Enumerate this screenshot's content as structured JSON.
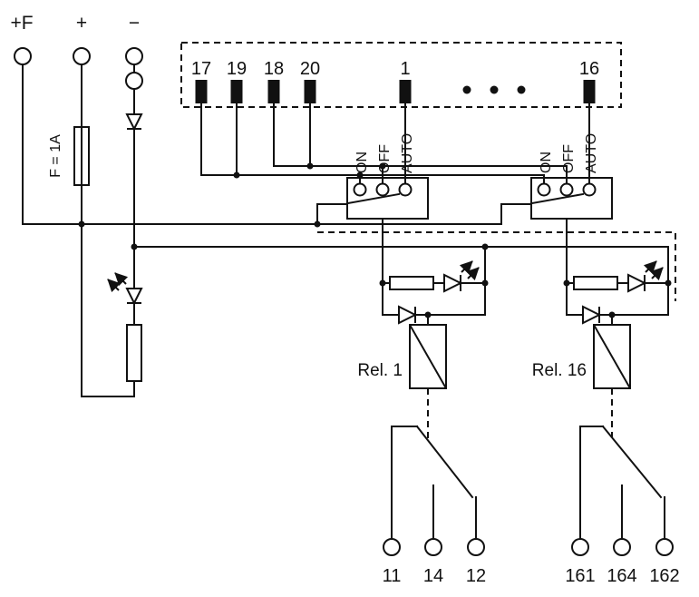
{
  "colors": {
    "ink": "#111111",
    "paper": "#ffffff"
  },
  "terminals": {
    "plus_f": "+F",
    "plus": "+",
    "minus": "−"
  },
  "fuse": {
    "label": "F = 1A"
  },
  "connector": {
    "pins": [
      "17",
      "19",
      "18",
      "20",
      "1",
      "16"
    ]
  },
  "switches": [
    {
      "position_labels": [
        "ON",
        "OFF",
        "AUTO"
      ]
    },
    {
      "position_labels": [
        "ON",
        "OFF",
        "AUTO"
      ]
    }
  ],
  "relays": [
    {
      "name": "Rel. 1",
      "contact_terminals": [
        "11",
        "14",
        "12"
      ]
    },
    {
      "name": "Rel. 16",
      "contact_terminals": [
        "161",
        "164",
        "162"
      ]
    }
  ]
}
